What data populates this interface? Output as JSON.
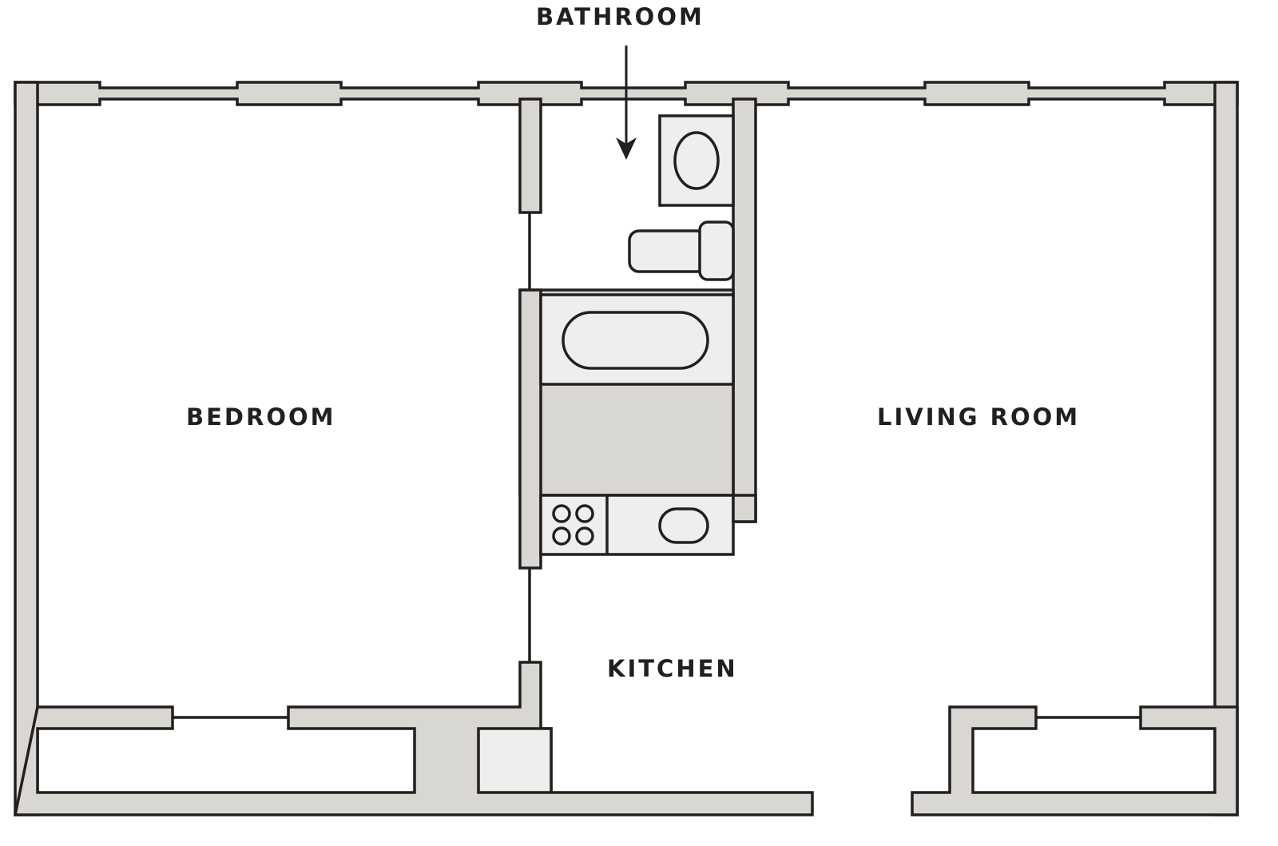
{
  "diagram": {
    "type": "floor-plan",
    "colors": {
      "wall_fill": "#d8d7d2",
      "fixture_fill": "#eeeeec",
      "stroke": "#231f20",
      "background": "#ffffff",
      "text": "#231f20"
    },
    "rooms": [
      {
        "id": "bathroom",
        "label": "BATHROOM",
        "label_position": "above plan, with arrow pointing down into bathroom"
      },
      {
        "id": "bedroom",
        "label": "BEDROOM"
      },
      {
        "id": "living_room",
        "label": "LIVING ROOM"
      },
      {
        "id": "kitchen",
        "label": "KITCHEN"
      }
    ],
    "fixtures": [
      {
        "name": "sink",
        "room": "bathroom"
      },
      {
        "name": "toilet",
        "room": "bathroom"
      },
      {
        "name": "bathtub",
        "room": "bathroom"
      },
      {
        "name": "stove",
        "room": "kitchen",
        "burners": 4
      },
      {
        "name": "kitchen-sink",
        "room": "kitchen"
      },
      {
        "name": "counter-cabinet",
        "room": "kitchen"
      }
    ],
    "windows_top_wall": 5,
    "annotations": [
      {
        "type": "arrow",
        "from": "BATHROOM label",
        "to": "bathroom interior"
      }
    ]
  }
}
